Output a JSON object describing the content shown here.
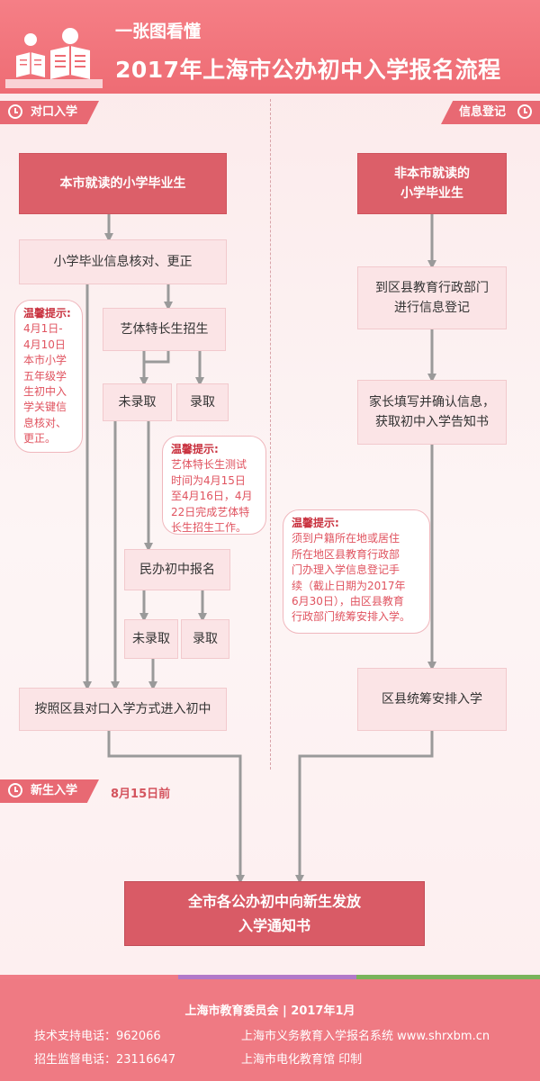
{
  "header": {
    "subtitle": "一张图看懂",
    "title": "2017年上海市公办初中入学报名流程"
  },
  "tags": {
    "left_top": "对口入学",
    "right_top": "信息登记",
    "bottom": "新生入学",
    "bottom_date": "8月15日前"
  },
  "left_flow": {
    "start": "本市就读的小学毕业生",
    "verify": "小学毕业信息核对、更正",
    "arts": "艺体特长生招生",
    "not_admitted_1": "未录取",
    "admitted_1": "录取",
    "private": "民办初中报名",
    "not_admitted_2": "未录取",
    "admitted_2": "录取",
    "enter": "按照区县对口入学方式进入初中"
  },
  "right_flow": {
    "start": "非本市就读的\n小学毕业生",
    "register": "到区县教育行政部门\n进行信息登记",
    "parent": "家长填写并确认信息，\n获取初中入学告知书",
    "arrange": "区县统筹安排入学"
  },
  "final": "全市各公办初中向新生发放\n入学通知书",
  "tips": {
    "tip1_title": "温馨提示:",
    "tip1_body": "4月1日-\n4月10日\n本市小学\n五年级学\n生初中入\n学关键信\n息核对、\n更正。",
    "tip2_title": "温馨提示:",
    "tip2_body": "艺体特长生测试\n时间为4月15日\n至4月16日，4月\n22日完成艺体特\n长生招生工作。",
    "tip3_title": "温馨提示:",
    "tip3_body": "须到户籍所在地或居住\n所在地区县教育行政部\n门办理入学信息登记手\n续（截止日期为2017年\n6月30日），由区县教育\n行政部门统筹安排入学。"
  },
  "footer": {
    "org": "上海市教育委员会  |  2017年1月",
    "tech": "技术支持电话：962066",
    "supervise": "招生监督电话：23116647",
    "system": "上海市义务教育入学报名系统  www.shrxbm.cn",
    "printer": "上海市电化教育馆  印制"
  },
  "colors": {
    "accent": "#e86973",
    "dark_box": "#dc5f69",
    "light_box": "#fbe4e6",
    "arrow": "#9a9a9a"
  }
}
